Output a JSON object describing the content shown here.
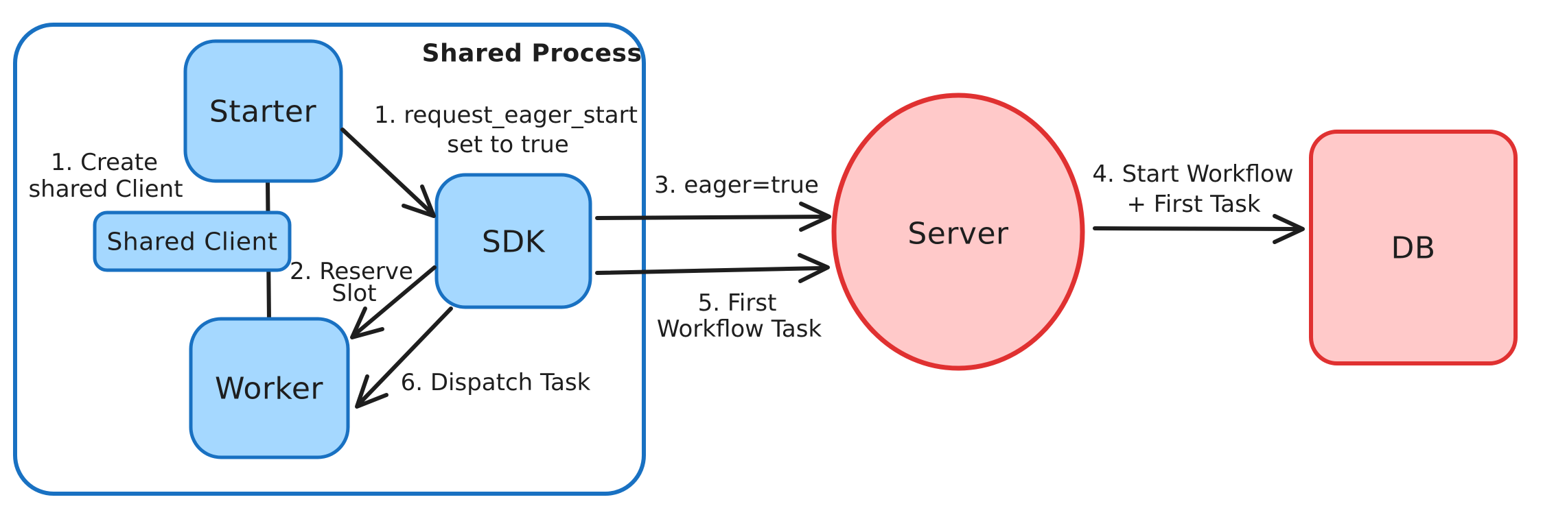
{
  "palette": {
    "ink": "#1e1e1e",
    "blue_stroke": "#1971c2",
    "blue_fill": "#a5d8ff",
    "red_stroke": "#e03131",
    "red_fill": "#ffc9c9",
    "background": "#ffffff"
  },
  "container": {
    "title": "Shared Process"
  },
  "nodes": {
    "starter": {
      "label": "Starter"
    },
    "shared_client": {
      "label": "Shared Client"
    },
    "worker": {
      "label": "Worker"
    },
    "sdk": {
      "label": "SDK"
    },
    "server": {
      "label": "Server"
    },
    "db": {
      "label": "DB"
    }
  },
  "annotations": {
    "create_client": {
      "line1": "1. Create",
      "line2": "shared Client"
    },
    "request_eager_start": {
      "line1": "1. request_eager_start",
      "line2": "set to true"
    },
    "reserve_slot": {
      "line1": "2. Reserve",
      "line2": "Slot"
    },
    "eager_true": {
      "text": "3. eager=true"
    },
    "start_workflow": {
      "line1": "4. Start Workflow",
      "line2": "+ First Task"
    },
    "first_workflow_task": {
      "line1": "5. First",
      "line2": "Workflow Task"
    },
    "dispatch_task": {
      "text": "6. Dispatch Task"
    }
  }
}
